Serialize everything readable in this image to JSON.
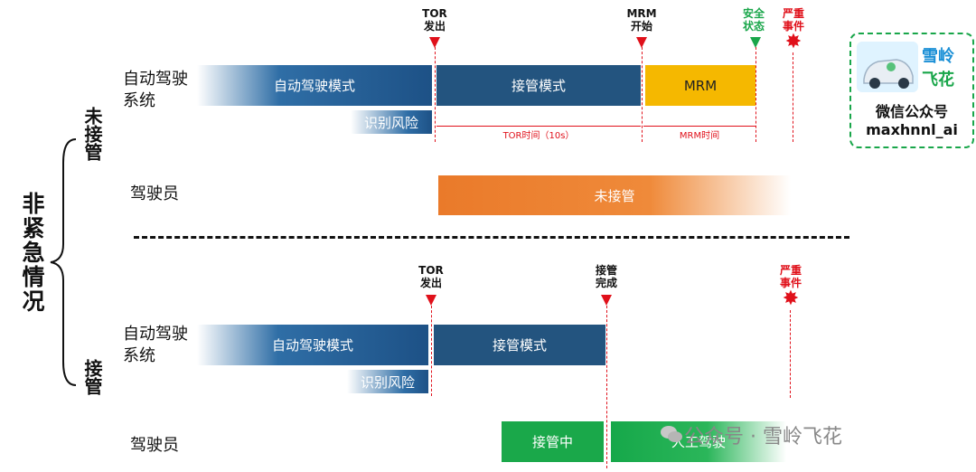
{
  "side_title": "非紧急情况",
  "scenario_top": "未接管",
  "scenario_bottom": "接管",
  "top": {
    "ads_label": "自动驾驶\n系统",
    "driver_label": "驾驶员",
    "events": {
      "tor": "TOR\n发出",
      "mrm": "MRM\n开始",
      "safe": "安全\n状态",
      "severe": "严重\n事件"
    },
    "bars": {
      "auto": "自动驾驶模式",
      "takeover_mode": "接管模式",
      "mrm": "MRM",
      "risk": "识别风险",
      "not_taken": "未接管"
    },
    "dims": {
      "tor_time": "TOR时间（10s）",
      "mrm_time": "MRM时间"
    }
  },
  "bottom": {
    "ads_label": "自动驾驶\n系统",
    "driver_label": "驾驶员",
    "events": {
      "tor": "TOR\n发出",
      "done": "接管\n完成",
      "severe": "严重\n事件"
    },
    "bars": {
      "auto": "自动驾驶模式",
      "takeover_mode": "接管模式",
      "risk": "识别风险",
      "taking": "接管中",
      "manual": "人工驾驶"
    }
  },
  "logo": {
    "line1": "雪岭",
    "line2": "飞花",
    "line3": "微信公众号",
    "line4": "maxhnnl_ai"
  },
  "watermark": "公众号 · 雪岭飞花",
  "colors": {
    "blue": "#23547f",
    "orange": "#f5b800",
    "orange2": "#ea7a2a",
    "green": "#1aa84a",
    "red": "#e0101a"
  }
}
